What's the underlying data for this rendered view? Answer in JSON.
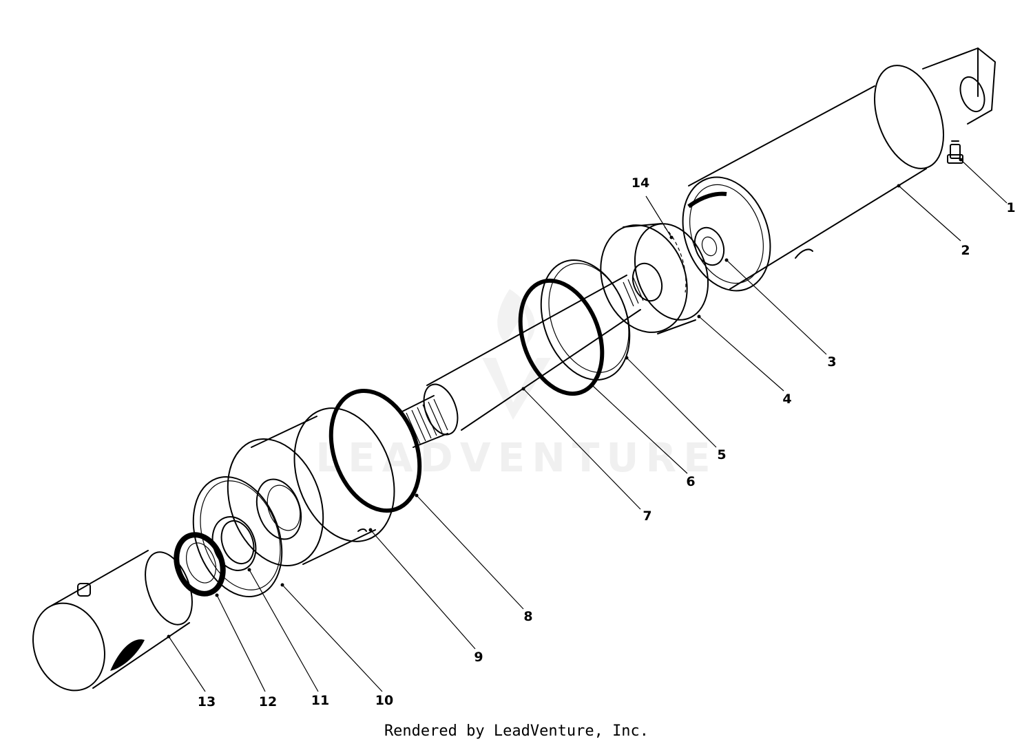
{
  "watermark": "LEADVENTURE",
  "footer": "Rendered by LeadVenture, Inc.",
  "callouts": [
    "1",
    "2",
    "3",
    "4",
    "5",
    "6",
    "7",
    "8",
    "9",
    "10",
    "11",
    "12",
    "13",
    "14"
  ]
}
